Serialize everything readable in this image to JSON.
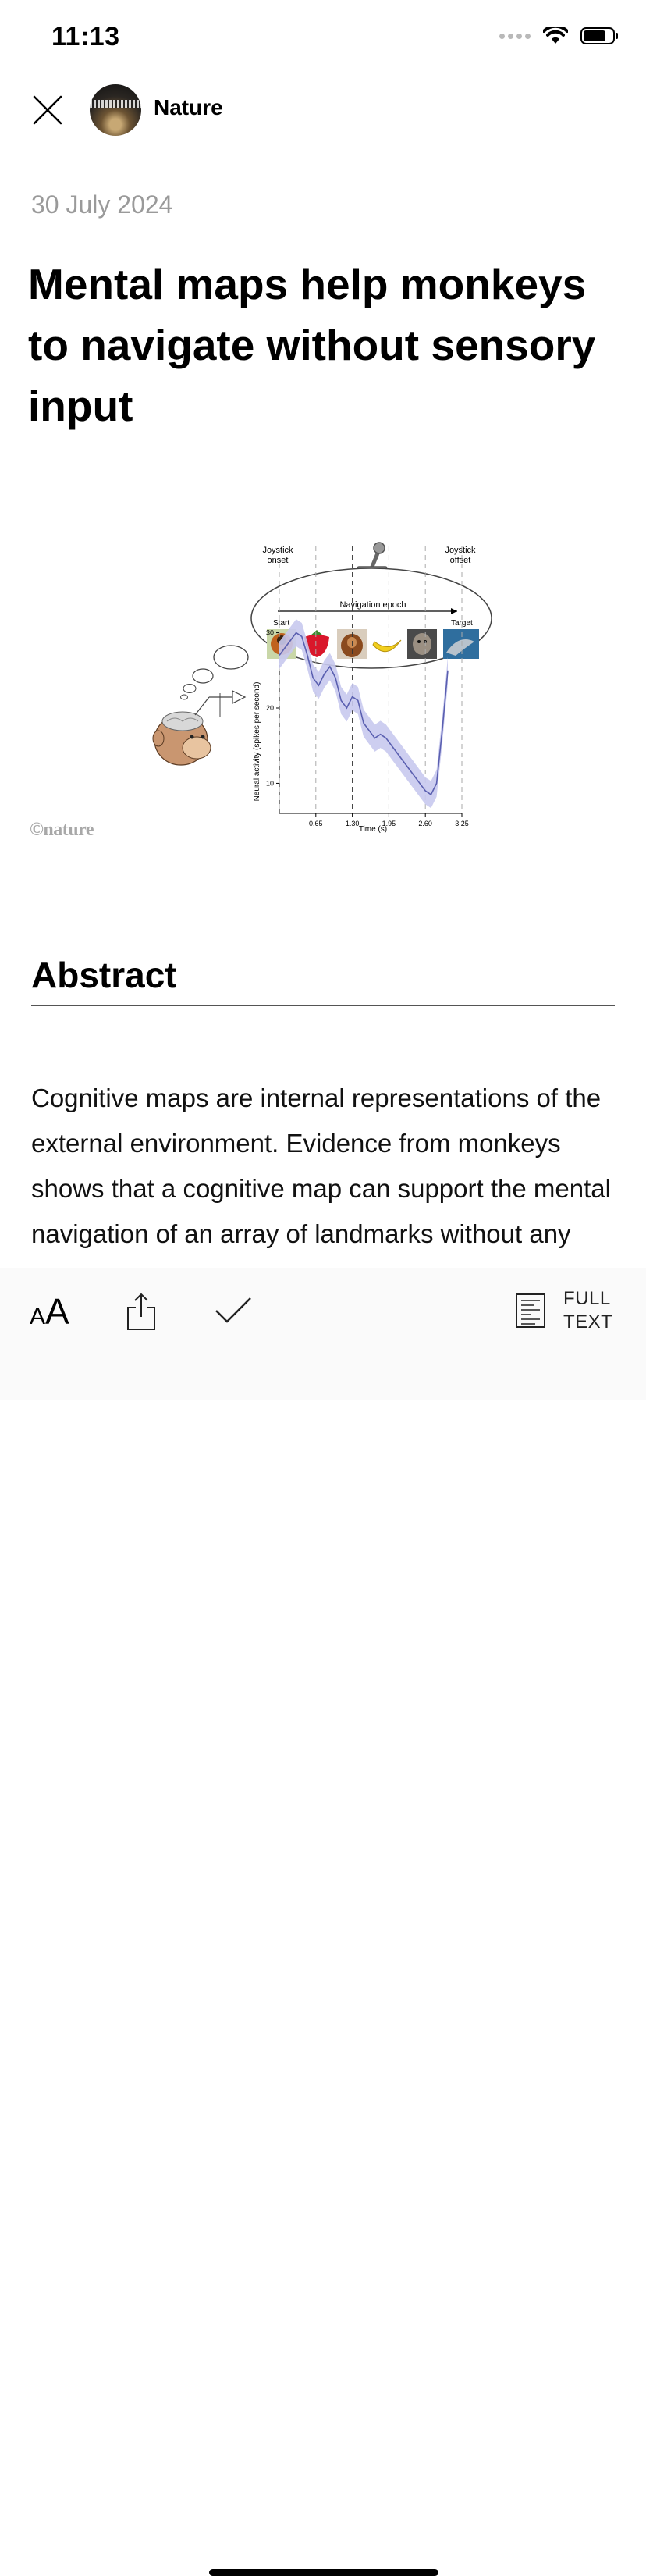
{
  "status": {
    "time": "11:13",
    "icons": [
      "signal-icon",
      "wifi-icon",
      "battery-icon"
    ]
  },
  "nav": {
    "close_icon": "close-icon",
    "publisher": "Nature"
  },
  "article": {
    "date": "30 July 2024",
    "title": "Mental maps help monkeys to navigate without sensory input"
  },
  "figure": {
    "watermark": "©nature",
    "joystick_onset": [
      "Joystick",
      "onset"
    ],
    "joystick_offset": [
      "Joystick",
      "offset"
    ],
    "navigation_epoch": "Navigation epoch",
    "start_label": "Start",
    "target_label": "Target",
    "ylabel": "Neural activity (spikes per second)",
    "xlabel": "Time (s)"
  },
  "chart_data": {
    "type": "line",
    "xlabel": "Time (s)",
    "ylabel": "Neural activity (spikes per second)",
    "x_ticks": [
      0.65,
      1.3,
      1.95,
      2.6,
      3.25
    ],
    "y_ticks": [
      10,
      20,
      30
    ],
    "xlim": [
      0,
      3.25
    ],
    "ylim": [
      6,
      34
    ],
    "series": [
      {
        "x": [
          0,
          0.1,
          0.2,
          0.3,
          0.4,
          0.5,
          0.6,
          0.7,
          0.8,
          0.9,
          1.0,
          1.1,
          1.2,
          1.3,
          1.4,
          1.5,
          1.6,
          1.7,
          1.8,
          1.9,
          2.0,
          2.1,
          2.2,
          2.3,
          2.4,
          2.5,
          2.6,
          2.7,
          2.8,
          2.9,
          3.0
        ],
        "y": [
          27,
          28,
          29,
          30,
          29.5,
          27,
          24,
          23,
          24.5,
          25.5,
          24,
          21,
          20,
          21.5,
          21,
          18,
          17,
          16,
          16.5,
          16,
          15,
          14,
          13,
          12,
          11,
          10,
          9,
          8.5,
          10,
          17,
          25
        ],
        "band": 1.8,
        "color": "#5a5fb0",
        "band_color": "#c8c9ee"
      }
    ],
    "dashed_x": [
      0.65,
      1.3,
      1.95,
      2.6,
      3.25
    ]
  },
  "abstract": {
    "heading": "Abstract",
    "text": "Cognitive maps are internal representations of the external environment. Evidence from monkeys shows that a cognitive map can support the mental navigation of an array of landmarks without any sensory input. Neural"
  },
  "toolbar": {
    "font_small": "A",
    "font_big": "A",
    "share_icon": "share-icon",
    "check_icon": "check-icon",
    "full_text_icon": "document-icon",
    "full_text_line1": "FULL",
    "full_text_line2": "TEXT"
  }
}
